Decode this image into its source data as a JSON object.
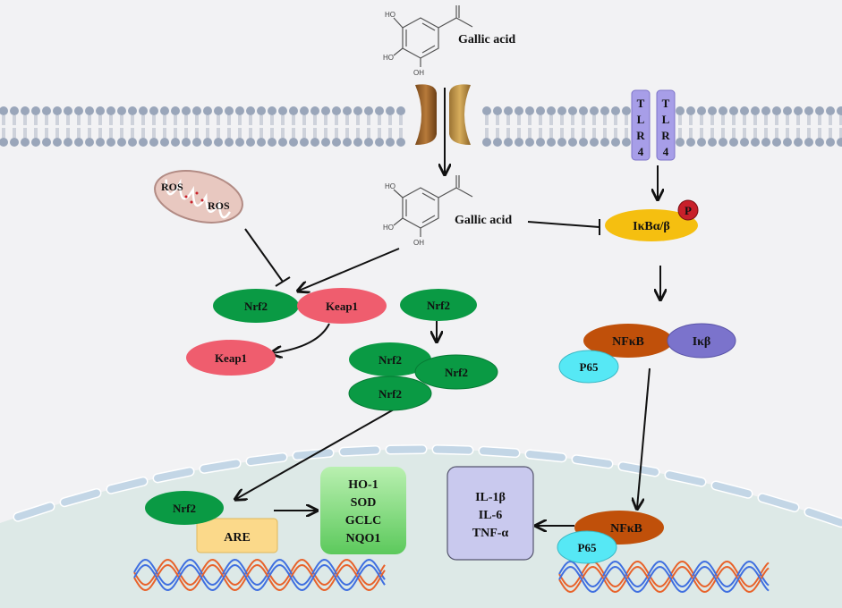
{
  "molecule": {
    "top_label": "Gallic acid",
    "mid_label": "Gallic acid",
    "atoms": {
      "ho": "HO",
      "oh": "OH"
    }
  },
  "receptor": {
    "tlr_a": [
      "T",
      "L",
      "R",
      "4"
    ],
    "tlr_b": [
      "T",
      "L",
      "R",
      "4"
    ]
  },
  "mito": {
    "ros1": "ROS",
    "ros2": "ROS"
  },
  "nrf2_pathway": {
    "nrf2_bound": "Nrf2",
    "keap1_bound": "Keap1",
    "keap1_free": "Keap1",
    "nrf2_free": "Nrf2",
    "nrf2_stack": [
      "Nrf2",
      "Nrf2",
      "Nrf2"
    ],
    "nrf2_nucleus": "Nrf2",
    "are": "ARE",
    "genes": [
      "HO-1",
      "SOD",
      "GCLC",
      "NQO1"
    ]
  },
  "nfkb_pathway": {
    "ikb_complex": "IκBα/β",
    "phospho": "P",
    "nfkb": "NFκB",
    "ikb": "Iκβ",
    "p65": "P65",
    "nfkb_nucleus": "NFκB",
    "p65_nucleus": "P65",
    "cytokines": [
      "IL-1β",
      "IL-6",
      "TNF-α"
    ]
  },
  "colors": {
    "nrf2": "#0a9a44",
    "keap1": "#ef5d6e",
    "ikb_complex": "#f5bf10",
    "phospho": "#c8202a",
    "nfkb": "#c0500a",
    "ikb": "#7b73cc",
    "p65": "#56e8f5",
    "tlr4": "#a79ee8",
    "are": "#fbd98a",
    "genes": "#7fd87f",
    "cytokine_box": "#c9c9ee",
    "membrane_head": "#9aa6ba",
    "nucleus": "#dde9e7",
    "dna_red": "#e8622a",
    "dna_blue": "#3f6fe0"
  }
}
